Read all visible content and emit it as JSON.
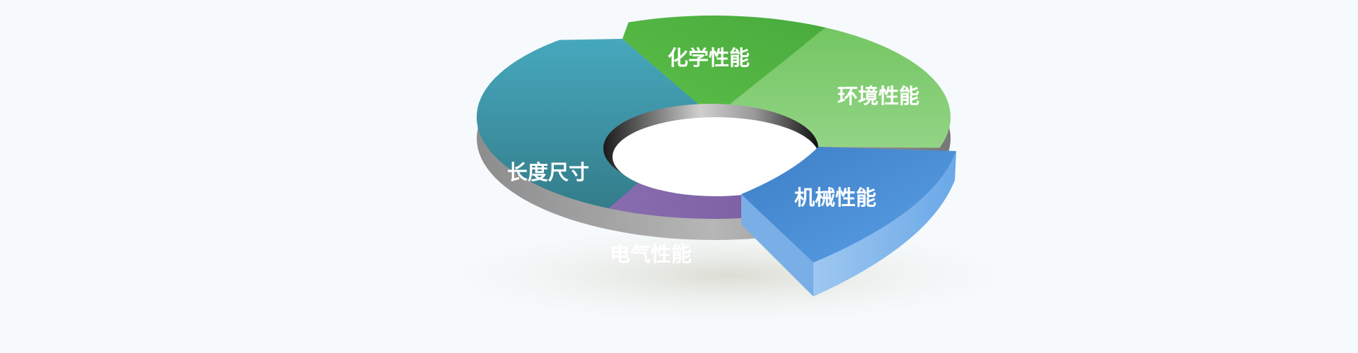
{
  "diagram": {
    "type": "3d-ring",
    "segments": [
      {
        "id": "chemical",
        "label": "化学性能",
        "color": "#52b344"
      },
      {
        "id": "environment",
        "label": "环境性能",
        "color": "#7dcb6d"
      },
      {
        "id": "mechanical",
        "label": "机械性能",
        "color": "#4a8fd8",
        "exploded": true
      },
      {
        "id": "electrical",
        "label": "电气性能",
        "color": "#8366a8"
      },
      {
        "id": "dimension",
        "label": "长度尺寸",
        "color": "#3a8ea0"
      }
    ]
  }
}
